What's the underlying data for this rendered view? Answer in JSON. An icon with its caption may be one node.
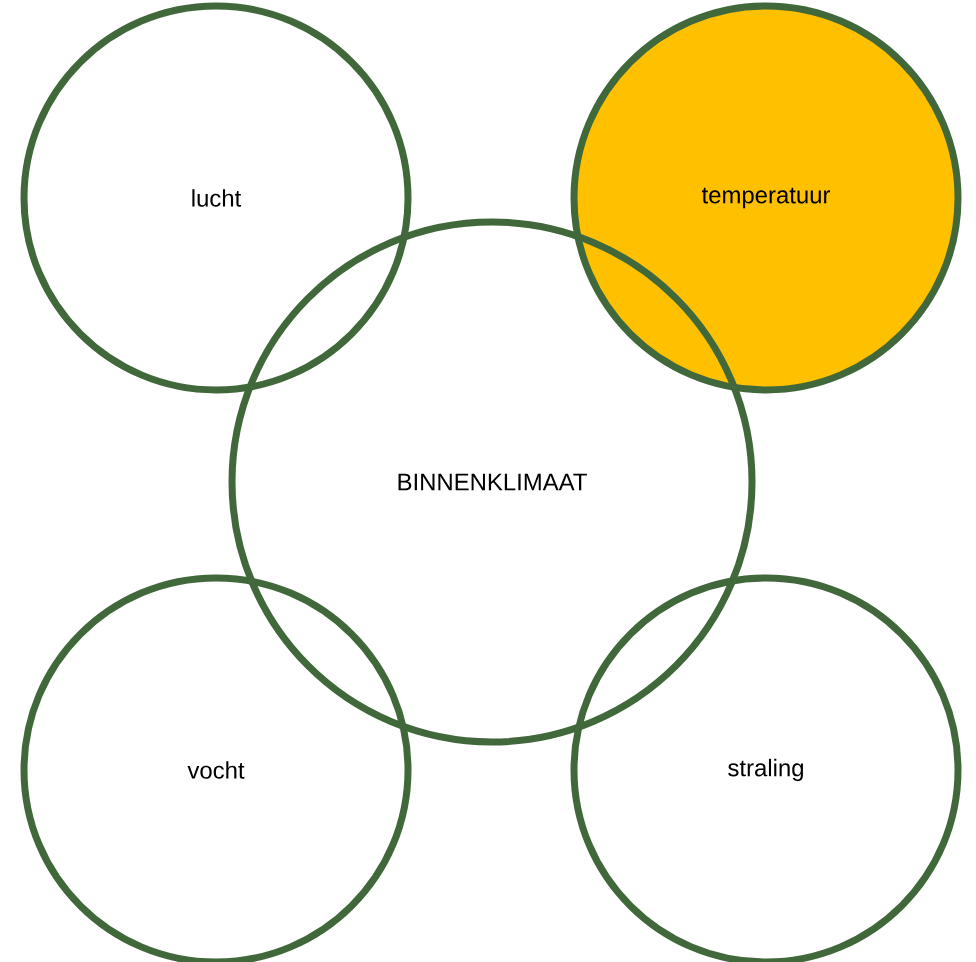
{
  "diagram": {
    "nodes": [
      {
        "text": [
          "lucht"
        ]
      },
      {
        "text": [
          "temperatuur"
        ]
      },
      {
        "text": [
          "BINNENKLIMAAT"
        ]
      },
      {
        "text": [
          "vocht"
        ]
      },
      {
        "text": [
          "straling"
        ]
      }
    ]
  }
}
